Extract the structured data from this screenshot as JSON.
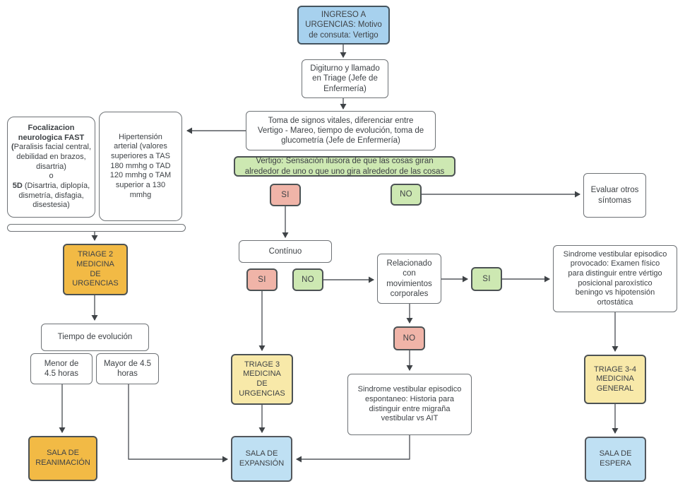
{
  "palette": {
    "ingreso_blue": "#a7d1ee",
    "sala_light_blue": "#bfe0f3",
    "decision_green": "#cde8b2",
    "decision_pink": "#f0b4a8",
    "triage2_orange": "#f2ba45",
    "triage3_yellow": "#f8e9a9",
    "colored_box_border": "#4c5254",
    "white_box_border": "#6e7276",
    "arrow_gray": "#55595e",
    "text_gray": "#3e4246"
  },
  "diagram": {
    "title": "Flujograma de triage: Ingreso a urgencias por vertigo",
    "nodes": {
      "ingreso": {
        "label": "INGRESO A\nURGENCIAS: Motivo\nde consuta: Vertigo"
      },
      "digiturno": {
        "label": "Digiturno y llamado\nen Triage (Jefe de\nEnfermería)"
      },
      "toma_signos": {
        "label": "Toma de signos vitales, diferenciar entre\nVertigo - Mareo, tiempo de evolución, toma de\nglucometría (Jefe de Enfermería)"
      },
      "focalizacion": {
        "bold1": "Focalizacion neurologica  FAST (",
        "text1": "Paralisis facial central, debilidad en brazos, disartria)",
        "text2": "o",
        "bold2": "5D",
        "text3": "(Disartria, diplopía, dismetría, disfagia, disestesia)"
      },
      "hipertension": {
        "label": "Hipertensión\narterial (valores\nsuperiores a TAS\n180 mmhg o TAD\n120 mmhg o TAM\nsuperior a 130\nmmhg"
      },
      "vertigo_def": {
        "label": "Vertigo: Sensación ilusora de que las cosas giran\nalrededor de uno o que uno gira alrededor de las cosas"
      },
      "si_1": {
        "label": "SI"
      },
      "no_1": {
        "label": "NO"
      },
      "evaluar": {
        "label": "Evaluar otros\nsíntomas"
      },
      "triage_2": {
        "label": "TRIAGE 2\nMEDICINA\nDE\nURGENCIAS"
      },
      "continuo": {
        "label": "Contínuo"
      },
      "si_2": {
        "label": "SI"
      },
      "no_2": {
        "label": "NO"
      },
      "relacionado": {
        "label": "Relacionado\ncon\nmovimientos\ncorporales"
      },
      "si_3": {
        "label": "SI"
      },
      "provocado": {
        "label": "Sindrome vestibular episodico\nprovocado: Examen físico\npara distinguir entre vértigo\nposicional paroxístico\nbeningo vs hipotensión\nortostática"
      },
      "tiempo_evolucion": {
        "label": "Tiempo de evolución"
      },
      "menor": {
        "label": "Menor  de\n4.5 horas"
      },
      "mayor": {
        "label": "Mayor de 4.5\nhoras"
      },
      "triage_3": {
        "label": "TRIAGE 3\nMEDICINA\nDE\nURGENCIAS"
      },
      "no_3": {
        "label": "NO"
      },
      "espontaneo": {
        "label": "Sindrome vestibular episodico\nespontaneo: Historia para\ndistinguir entre migraña\nvestibular vs AIT"
      },
      "triage_34": {
        "label": "TRIAGE 3-4\nMEDICINA\nGENERAL"
      },
      "sala_reanimacion": {
        "label": "SALA DE\nREANIMACIÓN"
      },
      "sala_expansion": {
        "label": "SALA DE\nEXPANSIÓN"
      },
      "sala_espera": {
        "label": "SALA DE\nESPERA"
      }
    }
  }
}
